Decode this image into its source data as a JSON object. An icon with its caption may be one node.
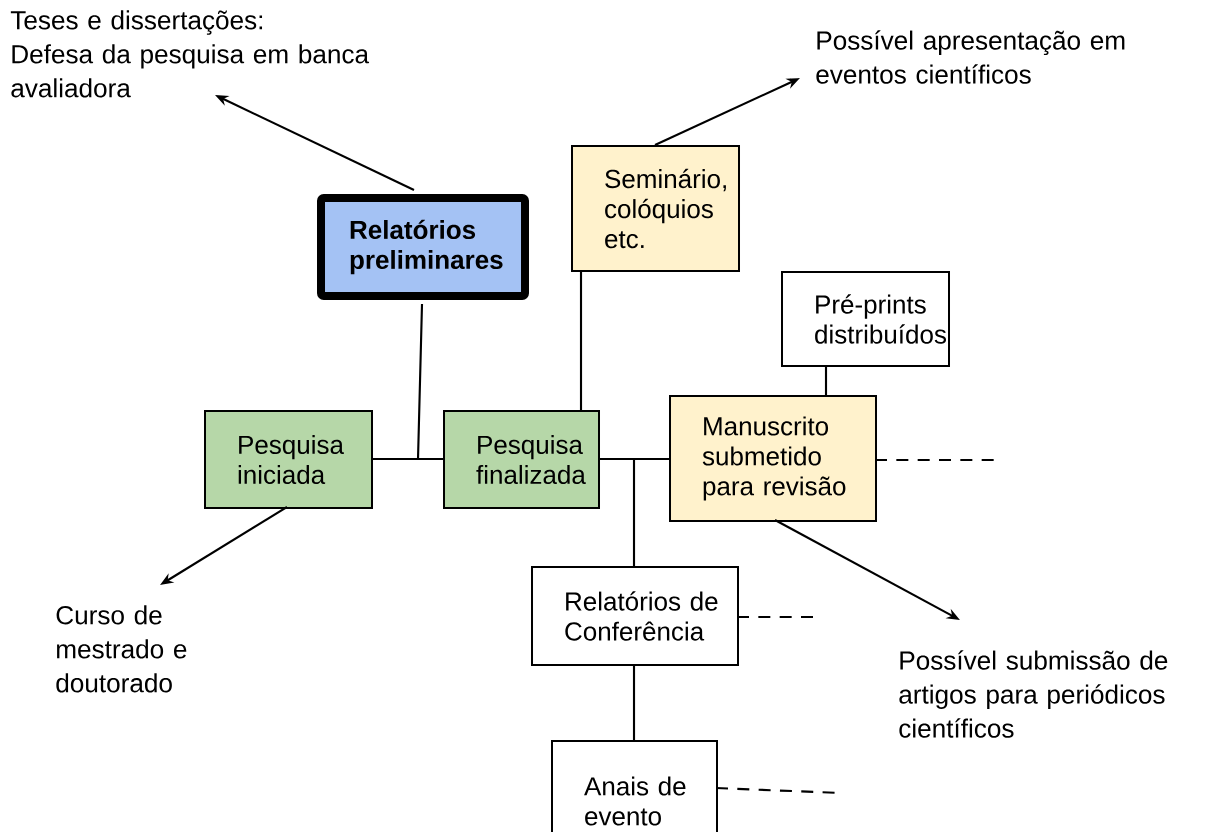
{
  "diagram": {
    "nodes": [
      {
        "text": [
          "Teses e dissertações:",
          "Defesa da pesquisa em banca avaliadora"
        ]
      },
      {
        "text": [
          "Possível apresentação em eventos científicos"
        ]
      },
      {
        "text": [
          "Relatórios preliminares"
        ]
      },
      {
        "text": [
          "Seminário, colóquios etc."
        ]
      },
      {
        "text": [
          "Pré-prints distribuídos"
        ]
      },
      {
        "text": [
          "Pesquisa iniciada"
        ]
      },
      {
        "text": [
          "Pesquisa finalizada"
        ]
      },
      {
        "text": [
          "Manuscrito submetido para revisão"
        ]
      },
      {
        "text": [
          "Curso de mestrado e doutorado"
        ]
      },
      {
        "text": [
          "Relatórios de Conferência"
        ]
      },
      {
        "text": [
          "Possível submissão de artigos para periódicos científicos"
        ]
      },
      {
        "text": [
          "Anais de evento"
        ]
      }
    ],
    "edges": [
      {
        "from": 2,
        "to": 0,
        "arrow": "to"
      },
      {
        "from": 3,
        "to": 1,
        "arrow": "to"
      },
      {
        "from": 5,
        "to": 8,
        "arrow": "to"
      },
      {
        "from": 7,
        "to": 10,
        "arrow": "to"
      },
      {
        "from": 5,
        "to": 6,
        "arrow": "none"
      },
      {
        "from": 2,
        "to": 6,
        "arrow": "none"
      },
      {
        "from": 3,
        "to": 6,
        "arrow": "none"
      },
      {
        "from": 6,
        "to": 7,
        "arrow": "none"
      },
      {
        "from": 4,
        "to": 7,
        "arrow": "none"
      },
      {
        "from": 6,
        "to": 9,
        "arrow": "none"
      },
      {
        "from": 9,
        "to": 11,
        "arrow": "none"
      },
      {
        "from": 7,
        "to": null,
        "arrow": "none",
        "style": "dashed"
      },
      {
        "from": 9,
        "to": null,
        "arrow": "none",
        "style": "dashed"
      },
      {
        "from": 11,
        "to": null,
        "arrow": "none",
        "style": "dashed"
      }
    ]
  }
}
